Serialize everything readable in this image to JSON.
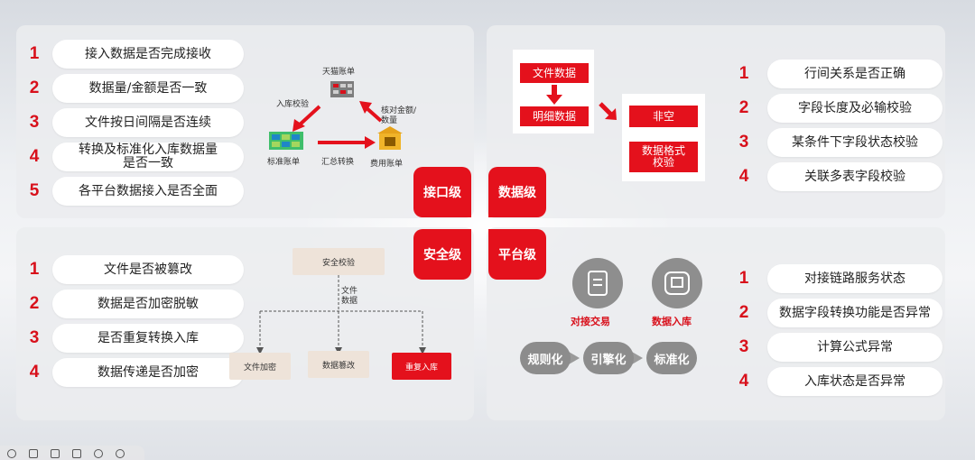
{
  "interface_checks": [
    "接入数据是否完成接收",
    "数据量/金额是否一致",
    "文件按日间隔是否连续",
    "转换及标准化入库数据量\n是否一致",
    "各平台数据接入是否全面"
  ],
  "data_checks": [
    "行间关系是否正确",
    "字段长度及必输校验",
    "某条件下字段状态校验",
    "关联多表字段校验"
  ],
  "security_checks": [
    "文件是否被篡改",
    "数据是否加密脱敏",
    "是否重复转换入库",
    "数据传递是否加密"
  ],
  "platform_checks": [
    "对接链路服务状态",
    "数据字段转换功能是否异常",
    "计算公式异常",
    "入库状态是否异常"
  ],
  "numbers4": [
    "1",
    "2",
    "3",
    "4"
  ],
  "numbers5": [
    "1",
    "2",
    "3",
    "4",
    "5"
  ],
  "levels": {
    "interface": "接口级",
    "data": "数据级",
    "security": "安全级",
    "platform": "平台级"
  },
  "cycle": {
    "tmall": "天猫账单",
    "standard": "标准账单",
    "fee": "费用账单",
    "inbound_check": "入库校验",
    "reconcile": "核对金额/\n数量",
    "summary": "汇总转换"
  },
  "data_flow": {
    "file_data": "文件数据",
    "detail_data": "明细数据",
    "not_null": "非空",
    "format_check": "数据格式\n校验"
  },
  "security_flow": {
    "top": "安全校验",
    "label": "文件\n数据",
    "file_encrypt": "文件加密",
    "tamper": "数据篡改",
    "duplicate": "重复入库"
  },
  "platform_flow": {
    "trade": "对接交易",
    "inbound": "数据入库",
    "steps": [
      "规则化",
      "引擎化",
      "标准化"
    ]
  },
  "colors": {
    "accent": "#e4111c",
    "panel": "#ebecef",
    "grey": "#8e8e8e"
  }
}
